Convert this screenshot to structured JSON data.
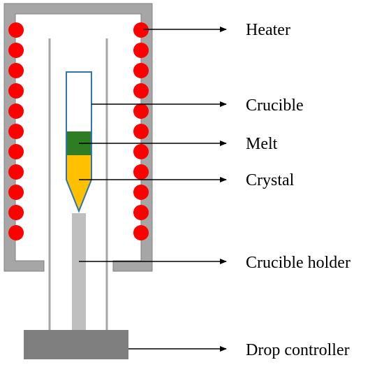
{
  "labels": {
    "heater": "Heater",
    "crucible": "Crucible",
    "melt": "Melt",
    "crystal": "Crystal",
    "crucible_holder": "Crucible holder",
    "drop_controller": "Drop controller"
  },
  "colors": {
    "furnace_wall": "#A6A6A6",
    "heater_coil": "#FF0000",
    "crucible_outline": "#2E75B6",
    "melt": "#2E7D23",
    "crystal": "#FFC000",
    "crucible_holder": "#BFBFBF",
    "guide_rod": "#A6A6A6",
    "drop_controller": "#7F7F7F",
    "arrow": "#000000",
    "text": "#000000"
  }
}
